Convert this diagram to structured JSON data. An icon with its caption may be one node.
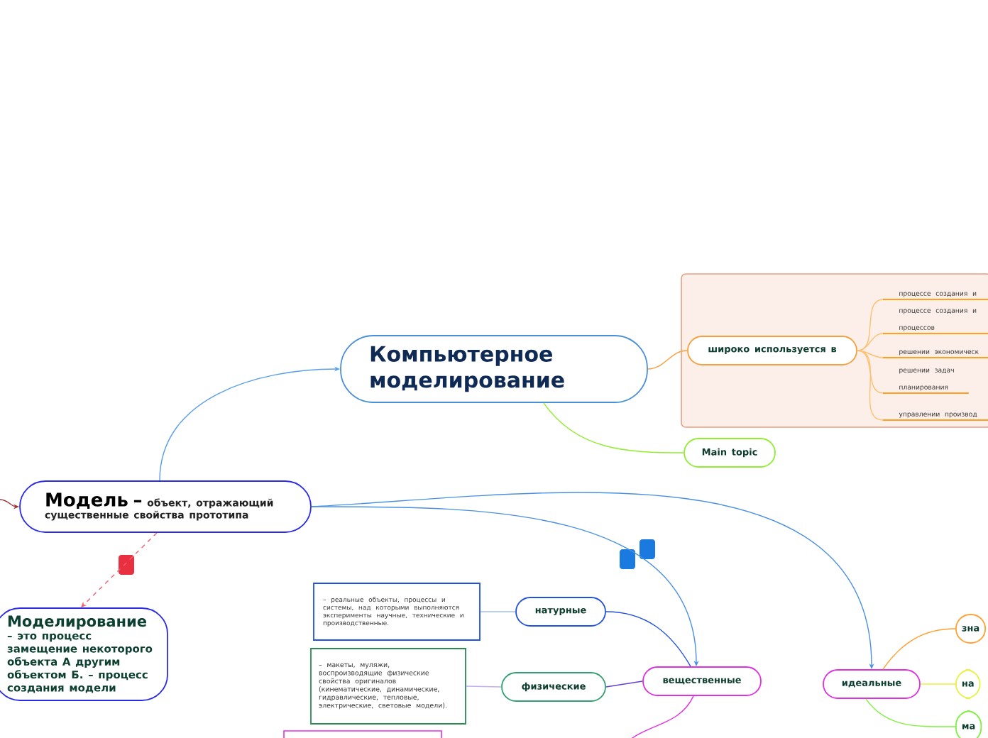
{
  "diagram": {
    "nodes": [
      {
        "text": [
          "Компьютерное моделирование"
        ]
      },
      {
        "text": [
          "Main topic"
        ]
      },
      {
        "text": [],
        "shape": "box"
      },
      {
        "text": [
          "широко используется в"
        ],
        "in": 2
      },
      {
        "text": [
          "процессе создания и"
        ],
        "in": 2
      },
      {
        "text": [
          "процессе создания и процессов"
        ],
        "in": 2
      },
      {
        "text": [
          "решении экономическ"
        ],
        "in": 2
      },
      {
        "text": [
          "решении задач планирования"
        ],
        "in": 2
      },
      {
        "text": [
          "управлении производ"
        ],
        "in": 2
      },
      {
        "text": [
          "Модель –",
          "объект, отражающий существенные свойства прототипа"
        ]
      },
      {
        "text": [
          "Моделирование",
          "– это процесс замещение некоторого объекта А другим объектом Б. – процесс создания модели"
        ]
      },
      {
        "text": [
          "– реальные объекты, процессы и системы, над которыми выполняются эксперименты научные, технические и производственные."
        ]
      },
      {
        "text": [
          "натурные"
        ]
      },
      {
        "text": [
          "– макеты, муляжи, воспроизводящие физические свойства оригиналов (кинематические, динамические, гидравлические, тепловые, электрические, световые модели)."
        ]
      },
      {
        "text": [
          "физические"
        ]
      },
      {
        "text": [
          "вещественные"
        ]
      },
      {
        "text": [
          "идеальные"
        ]
      },
      {
        "text": [
          "зна"
        ]
      },
      {
        "text": [
          "на"
        ]
      },
      {
        "text": [
          "ма"
        ]
      },
      {
        "text": [],
        "shape": "box"
      }
    ],
    "edges": [
      {
        "from": 9,
        "to": 0,
        "arrow": "to",
        "color": "#5a9ee8"
      },
      {
        "from": 0,
        "to": 3,
        "arrow": "none",
        "color": "#f5a040"
      },
      {
        "from": 0,
        "to": 1,
        "arrow": "none",
        "color": "#90ee30"
      },
      {
        "from": 3,
        "to": 4,
        "arrow": "none",
        "color": "#ffc070"
      },
      {
        "from": 3,
        "to": 5,
        "arrow": "none",
        "color": "#ffc070"
      },
      {
        "from": 3,
        "to": 6,
        "arrow": "none",
        "color": "#ffc070"
      },
      {
        "from": 3,
        "to": 7,
        "arrow": "none",
        "color": "#ffc070"
      },
      {
        "from": 3,
        "to": 8,
        "arrow": "none",
        "color": "#ffc070"
      },
      {
        "from": null,
        "to": 9,
        "arrow": "to",
        "color": "#a03030"
      },
      {
        "from": 9,
        "to": 10,
        "arrow": "to",
        "style": "dashed",
        "color": "#f06070"
      },
      {
        "from": 9,
        "to": 15,
        "arrow": "to",
        "color": "#4a90e2"
      },
      {
        "from": 9,
        "to": 16,
        "arrow": "to",
        "color": "#4a90e2"
      },
      {
        "from": 15,
        "to": 12,
        "arrow": "none",
        "color": "#2050e0"
      },
      {
        "from": 12,
        "to": 11,
        "arrow": "none",
        "color": "#a0c0f0"
      },
      {
        "from": 15,
        "to": 14,
        "arrow": "none",
        "color": "#6040d0"
      },
      {
        "from": 14,
        "to": 13,
        "arrow": "none",
        "color": "#c0b0f0"
      },
      {
        "from": 15,
        "to": null,
        "arrow": "none",
        "color": "#e030e0"
      },
      {
        "from": 16,
        "to": 17,
        "arrow": "none",
        "color": "#ffa030"
      },
      {
        "from": 16,
        "to": 18,
        "arrow": "none",
        "color": "#e8f040"
      },
      {
        "from": 16,
        "to": 19,
        "arrow": "none",
        "color": "#80f040"
      }
    ]
  }
}
